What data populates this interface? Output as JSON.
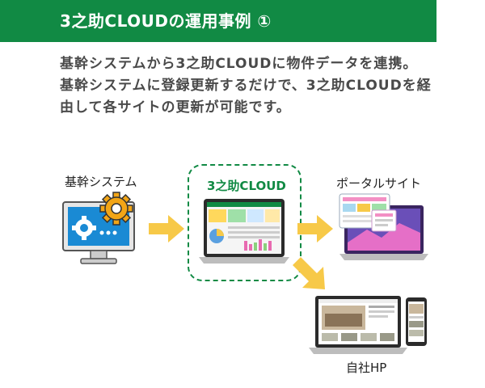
{
  "header": {
    "title": "3之助CLOUDの運用事例 ①"
  },
  "description": "基幹システムから3之助CLOUDに物件データを連携。基幹システムに登録更新するだけで、3之助CLOUDを経由して各サイトの更新が可能です。",
  "nodes": {
    "kikan": "基幹システム",
    "cloud": "3之助CLOUD",
    "portal": "ポータルサイト",
    "hp": "自社HP"
  },
  "colors": {
    "brand_green": "#118a44",
    "arrow_yellow": "#f7c948",
    "monitor_blue": "#1a8ad4",
    "gear_orange": "#f2a516"
  }
}
